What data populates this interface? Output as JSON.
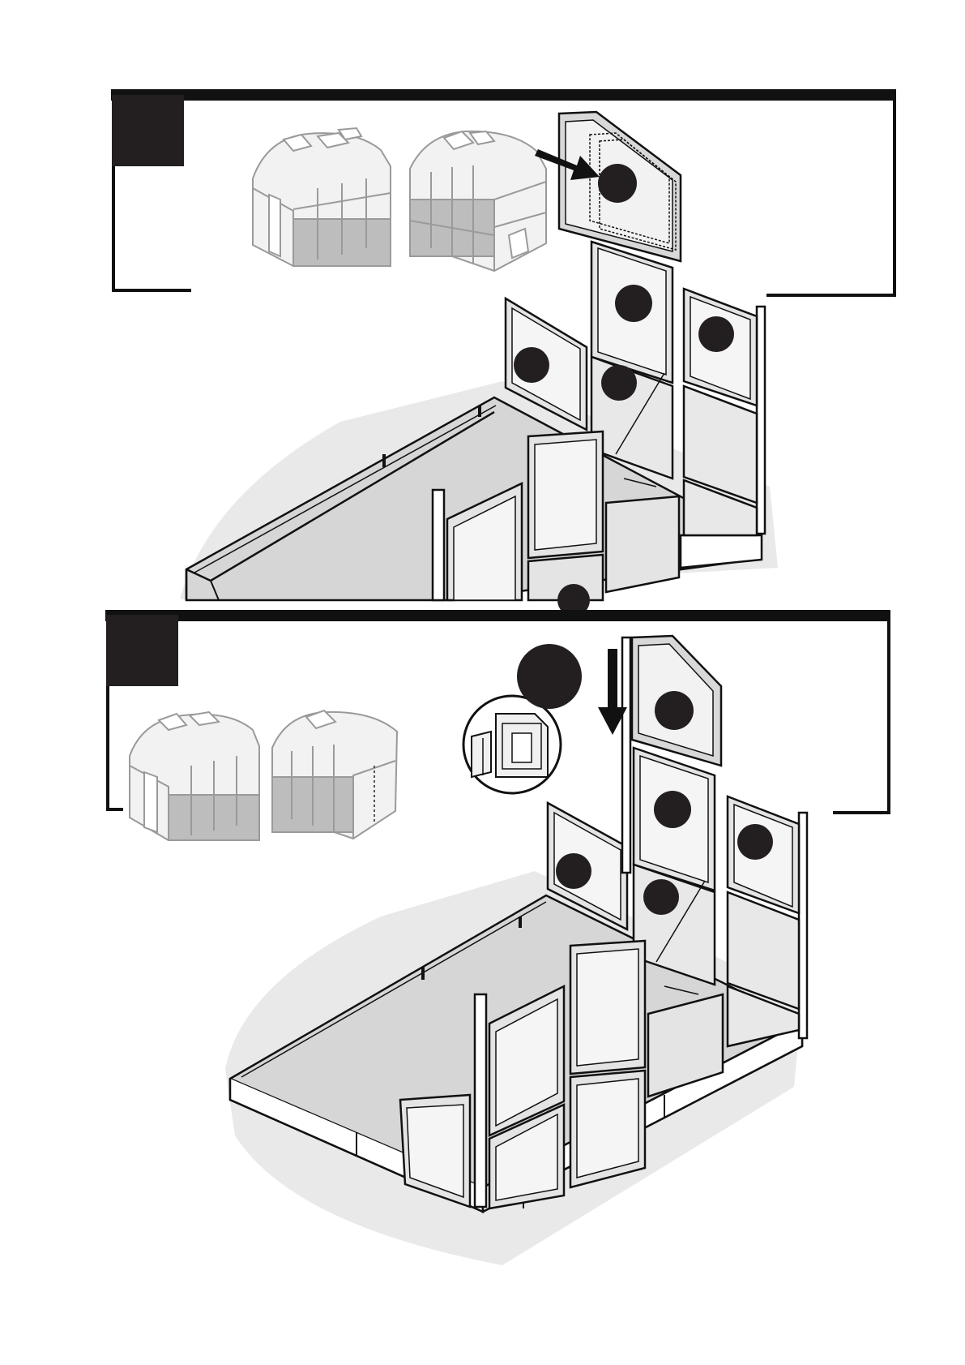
{
  "page": {
    "kind": "assembly-instructions",
    "background": "#ffffff",
    "ink": "#111111",
    "panel_fill": "#e4e4e4",
    "floor_fill": "#d6d6d6",
    "shadow_fill": "#e9e9e9",
    "thumb_fill": "#bdbdbd"
  },
  "steps": [
    {
      "id": "upper",
      "label_box": "black-square-badge",
      "thumbnails": [
        "greenhouse-thumbnail-front",
        "greenhouse-thumbnail-back"
      ],
      "arrow": "insert-panel-arrow-diagonal",
      "callouts": 5
    },
    {
      "id": "lower",
      "label_box": "black-square-badge",
      "thumbnails": [
        "greenhouse-thumbnail-front",
        "greenhouse-thumbnail-back"
      ],
      "arrow": "insert-panel-arrow-down",
      "detail": "profile-detail-magnifier",
      "callouts": 6
    }
  ]
}
